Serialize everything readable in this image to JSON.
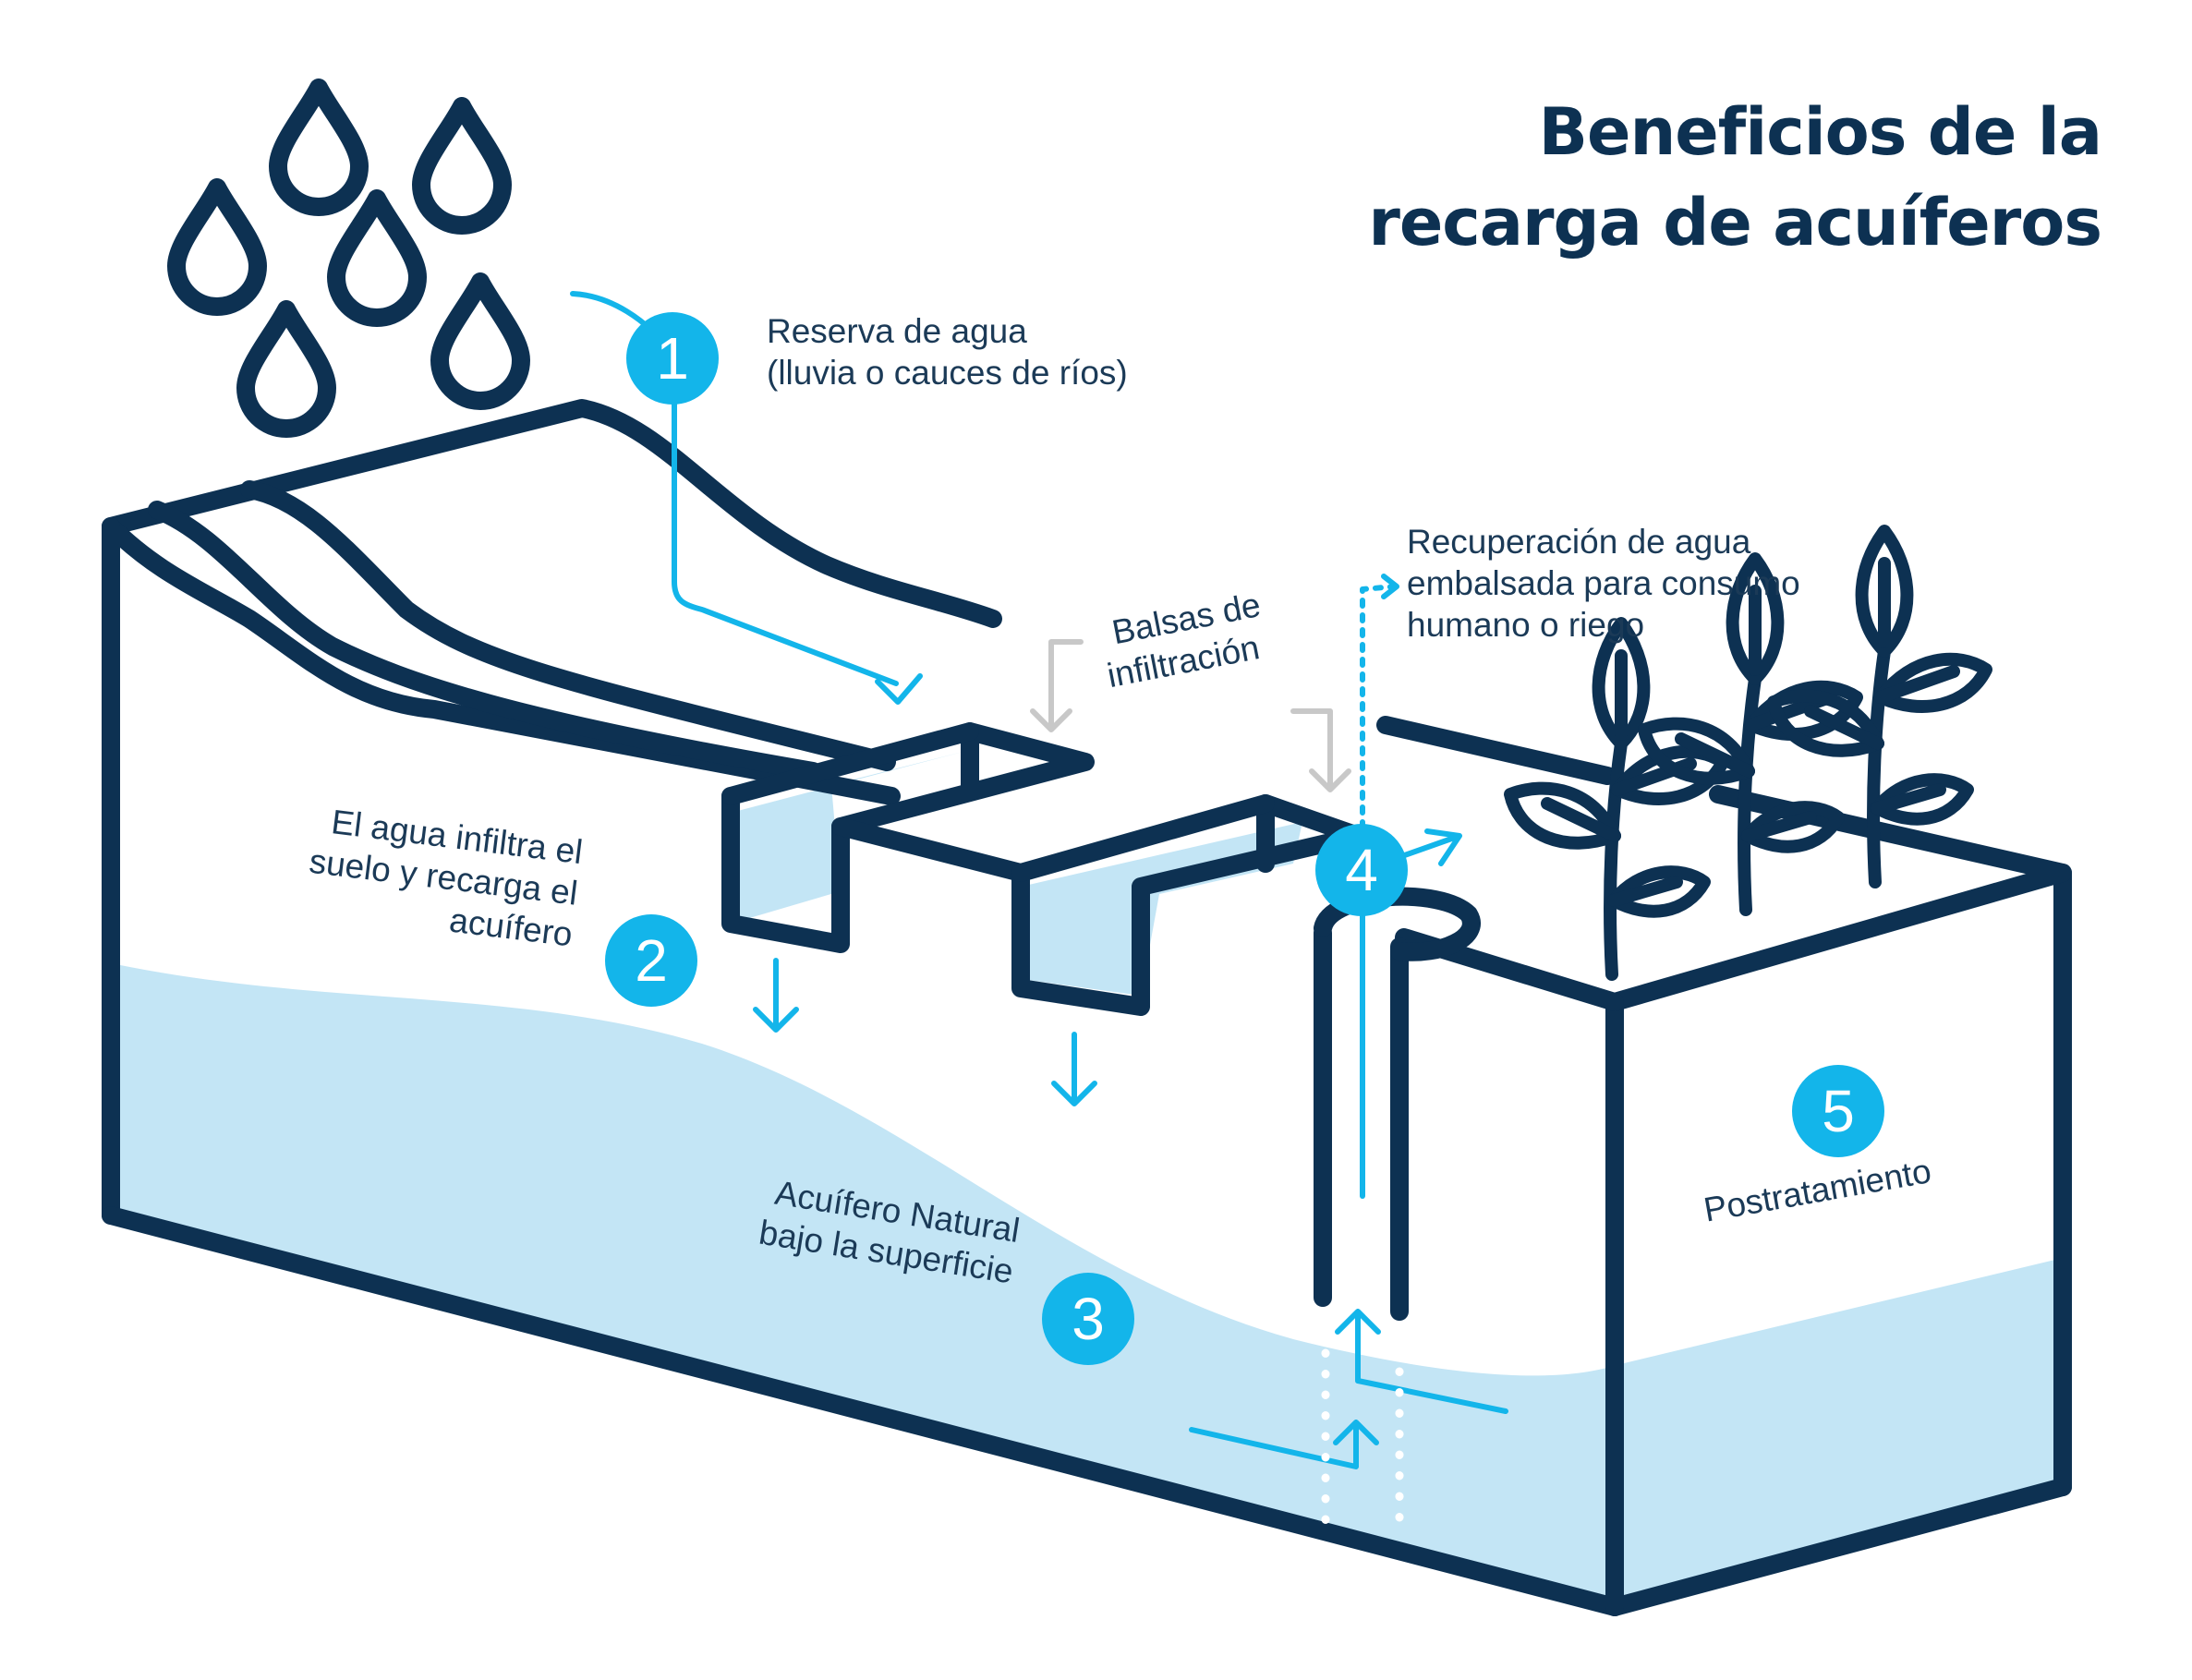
{
  "title": {
    "line1": "Beneficios de la",
    "line2": "recarga de acuíferos"
  },
  "steps": [
    {
      "number": "1",
      "label_line1": "Reserva de agua",
      "label_line2": "(lluvia o cauces de ríos)"
    },
    {
      "number": "2",
      "label_line1": "El agua infiltra el",
      "label_line2": "suelo y recarga el",
      "label_line3": "acuífero"
    },
    {
      "number": "3",
      "label_line1": "Acuífero Natural",
      "label_line2": "bajo la superficie"
    },
    {
      "number": "4",
      "label_line1": "Recuperación de agua",
      "label_line2": "embalsada para consumo",
      "label_line3": "humano o riego"
    },
    {
      "number": "5",
      "label_line1": "Postratamiento"
    }
  ],
  "infiltration_ponds": {
    "line1": "Balsas de",
    "line2": "infiltración"
  },
  "colors": {
    "navy": "#0d3152",
    "accent": "#13b5ea",
    "water": "#c3e5f5",
    "gray": "#c8c8c8"
  },
  "icons": [
    "raindrop-icon",
    "plant-icon",
    "arrow-icon",
    "well-pipe-icon"
  ]
}
